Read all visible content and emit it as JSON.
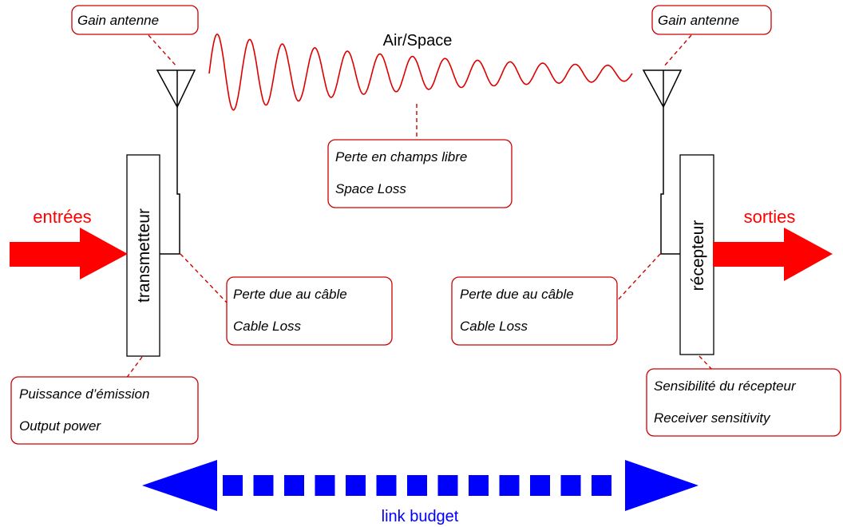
{
  "diagram": {
    "medium_label": "Air/Space",
    "input_label": "entrées",
    "output_label": "sorties",
    "transmitter_label": "transmetteur",
    "receiver_label": "récepteur",
    "antenna_gain_left": "Gain antenne",
    "antenna_gain_right": "Gain antenne",
    "space_loss": {
      "fr": "Perte en champs libre",
      "en": "Space Loss"
    },
    "cable_loss_left": {
      "fr": "Perte due au câble",
      "en": "Cable Loss"
    },
    "cable_loss_right": {
      "fr": "Perte due au câble",
      "en": "Cable Loss"
    },
    "output_power": {
      "fr": "Puissance d’émission",
      "en": "Output power"
    },
    "receiver_sensitivity": {
      "fr": "Sensibilité du récepteur",
      "en": "Receiver sensitivity"
    },
    "link_budget_label": "link budget"
  },
  "colors": {
    "accent_red": "#ff0000",
    "callout_border": "#cc0000",
    "link_budget_blue": "#0000ff",
    "line": "#000000"
  }
}
